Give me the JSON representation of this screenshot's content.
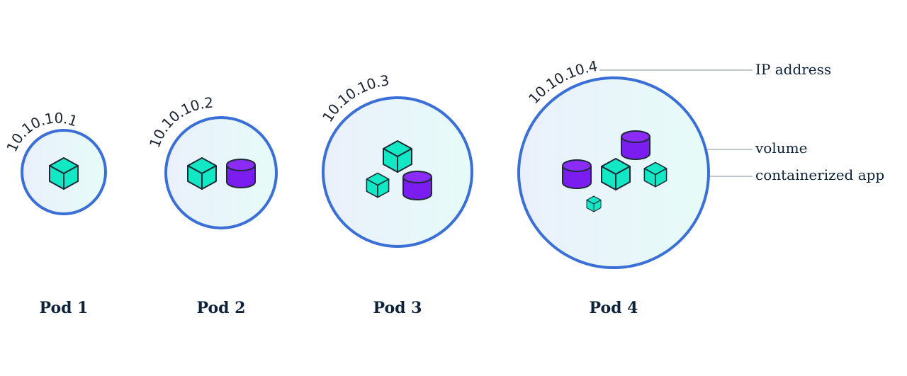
{
  "colors": {
    "pod_border": "#3a6fd8",
    "pod_fill_left": "#eaf0fb",
    "pod_fill_right": "#e6fbf8",
    "app": "#12e8c4",
    "volume": "#7b1cf0",
    "outline": "#1e2a38",
    "leader_line": "#9aa3ab",
    "text": "#0d2238"
  },
  "pods": [
    {
      "label": "Pod 1",
      "ip": "10.10.10.1",
      "apps": 1,
      "volumes": 0
    },
    {
      "label": "Pod 2",
      "ip": "10.10.10.2",
      "apps": 1,
      "volumes": 1
    },
    {
      "label": "Pod 3",
      "ip": "10.10.10.3",
      "apps": 2,
      "volumes": 1
    },
    {
      "label": "Pod 4",
      "ip": "10.10.10.4",
      "apps": 3,
      "volumes": 2
    }
  ],
  "legend": {
    "ip_address": "IP address",
    "volume": "volume",
    "containerized_app": "containerized app"
  }
}
